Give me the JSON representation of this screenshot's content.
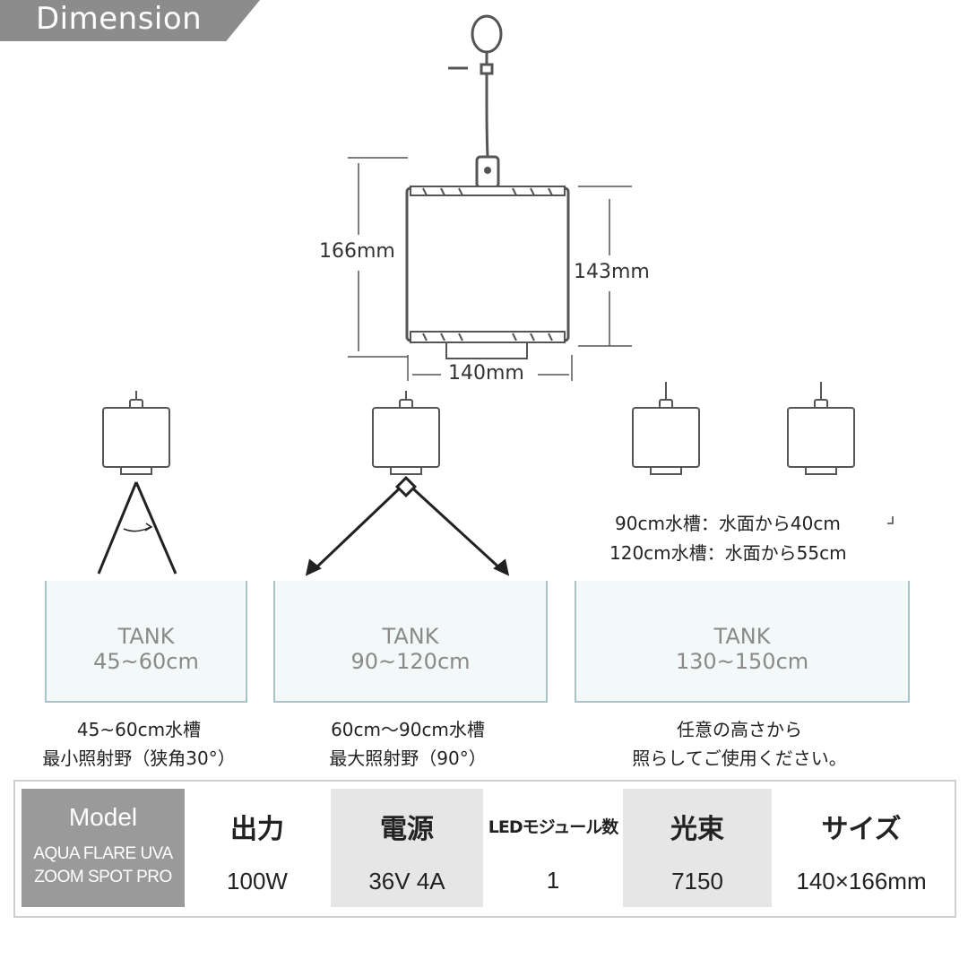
{
  "header": {
    "title": "Dimension"
  },
  "dimensions": {
    "total_height": "166mm",
    "body_height": "143mm",
    "diameter": "140mm"
  },
  "tanks": [
    {
      "title": "TANK",
      "range": "45~60cm",
      "caption_line1": "45~60cm水槽",
      "caption_line2": "最小照射野（狭角30°）"
    },
    {
      "title": "TANK",
      "range": "90~120cm",
      "caption_line1": "60cm～90cm水槽",
      "caption_line2": "最大照射野（90°）"
    },
    {
      "title": "TANK",
      "range": "130~150cm",
      "caption_line1": "任意の高さから",
      "caption_line2": "照らしてご使用ください。"
    }
  ],
  "height_notes": {
    "line1": "90cm水槽：水面から40cm",
    "line2": "120cm水槽：水面から55cm"
  },
  "spec_table": {
    "model_header": "Model",
    "model_name_line1": "AQUA FLARE UVA",
    "model_name_line2": "ZOOM SPOT PRO",
    "columns": [
      {
        "header": "出力",
        "value": "100W"
      },
      {
        "header": "電源",
        "value": "36V 4A"
      },
      {
        "header": "LEDモジュール数",
        "value": "1"
      },
      {
        "header": "光束",
        "value": "7150"
      },
      {
        "header": "サイズ",
        "value": "140×166mm"
      }
    ]
  },
  "colors": {
    "header_bg": "#8c8c8c",
    "tank_border": "#a9c4c8",
    "tank_fill": "#f3f8f8",
    "model_bg": "#9a9a9a",
    "shade": "#e6e6e6"
  }
}
